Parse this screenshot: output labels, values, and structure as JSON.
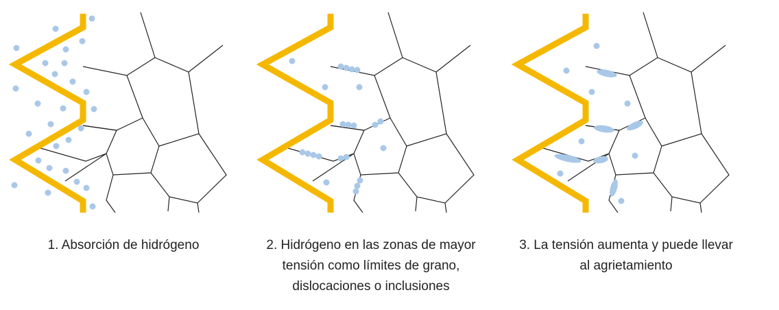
{
  "colors": {
    "metal_edge": "#f5b800",
    "grain_boundary": "#222222",
    "hydrogen": "#a9c8e8"
  },
  "panels": [
    {
      "caption_lines": [
        "1. Absorción de hidrógeno"
      ]
    },
    {
      "caption_lines": [
        "2. Hidrógeno en las zonas de mayor",
        "tensión como límites de grano,",
        "dislocaciones o inclusiones"
      ]
    },
    {
      "caption_lines": [
        "3. La tensión aumenta y puede llevar",
        "al agrietamiento"
      ]
    }
  ]
}
